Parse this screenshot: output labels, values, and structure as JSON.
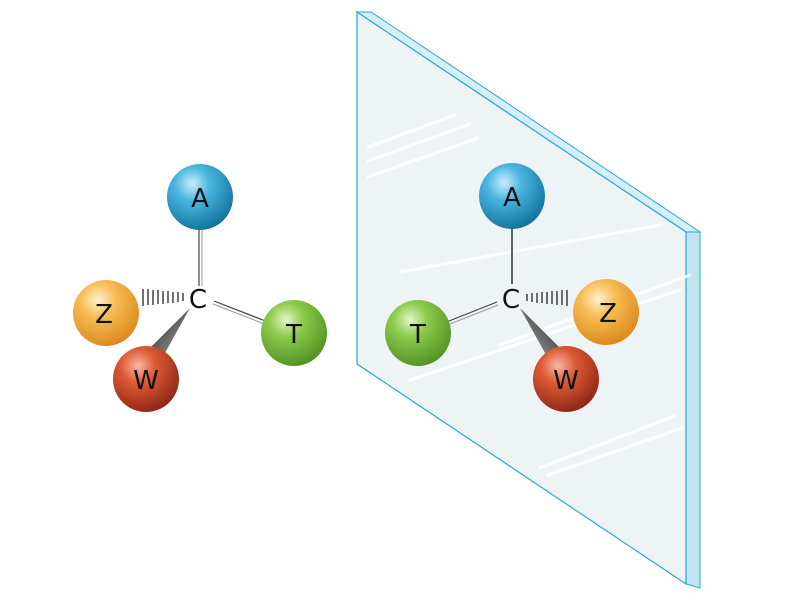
{
  "colors": {
    "mirror_face": "#eef4f6",
    "mirror_edge": "#bfe3ef",
    "mirror_stroke": "#29a7d6",
    "bond": "#333333",
    "atom_A": "#1e98c8",
    "atom_Z": "#f3a52f",
    "atom_W": "#cf3f22",
    "atom_T": "#72b935"
  },
  "molecule": {
    "center_label": "C",
    "atoms": {
      "A": "A",
      "Z": "Z",
      "W": "W",
      "T": "T"
    }
  },
  "mirror_image": {
    "center_label": "C",
    "atoms": {
      "A": "A",
      "Z": "Z",
      "W": "W",
      "T": "T"
    }
  }
}
